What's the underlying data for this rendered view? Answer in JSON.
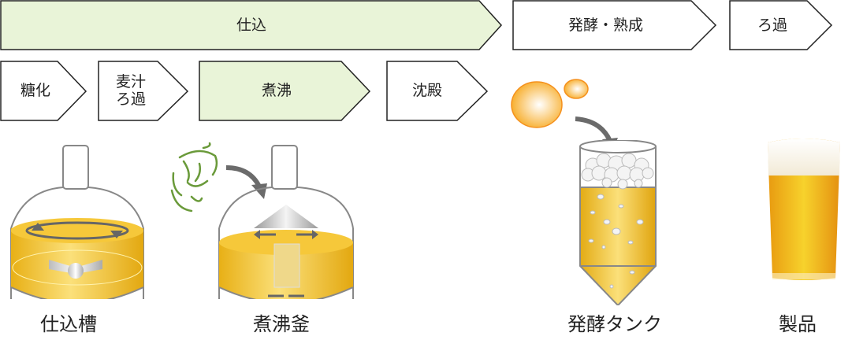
{
  "stages": [
    {
      "label": "仕込",
      "highlight": true
    },
    {
      "label": "発酵・熟成",
      "highlight": false
    },
    {
      "label": "ろ過",
      "highlight": false
    }
  ],
  "substeps": [
    {
      "label": "糖化",
      "highlight": false
    },
    {
      "label": "麦汁\nろ過",
      "line1": "麦汁",
      "line2": "ろ過",
      "highlight": false
    },
    {
      "label": "煮沸",
      "highlight": true
    },
    {
      "label": "沈殿",
      "highlight": false
    }
  ],
  "equipment": [
    {
      "label": "仕込槽",
      "icon": "mash-tun-icon"
    },
    {
      "label": "煮沸釜",
      "icon": "boil-kettle-icon"
    },
    {
      "label": "発酵タンク",
      "icon": "fermentation-tank-icon"
    },
    {
      "label": "製品",
      "icon": "beer-glass-icon"
    }
  ],
  "inputs": [
    {
      "name": "hop",
      "icon": "hop-icon"
    },
    {
      "name": "yeast",
      "icon": "yeast-icon"
    }
  ],
  "colors": {
    "highlight_fill": "#e9f4d8",
    "plain_fill": "#ffffff",
    "border": "#222222",
    "liquid": "#f2c230",
    "arrow": "#6b6b6b",
    "hop": "#6a9a3a",
    "yeast": "#f5a623"
  }
}
